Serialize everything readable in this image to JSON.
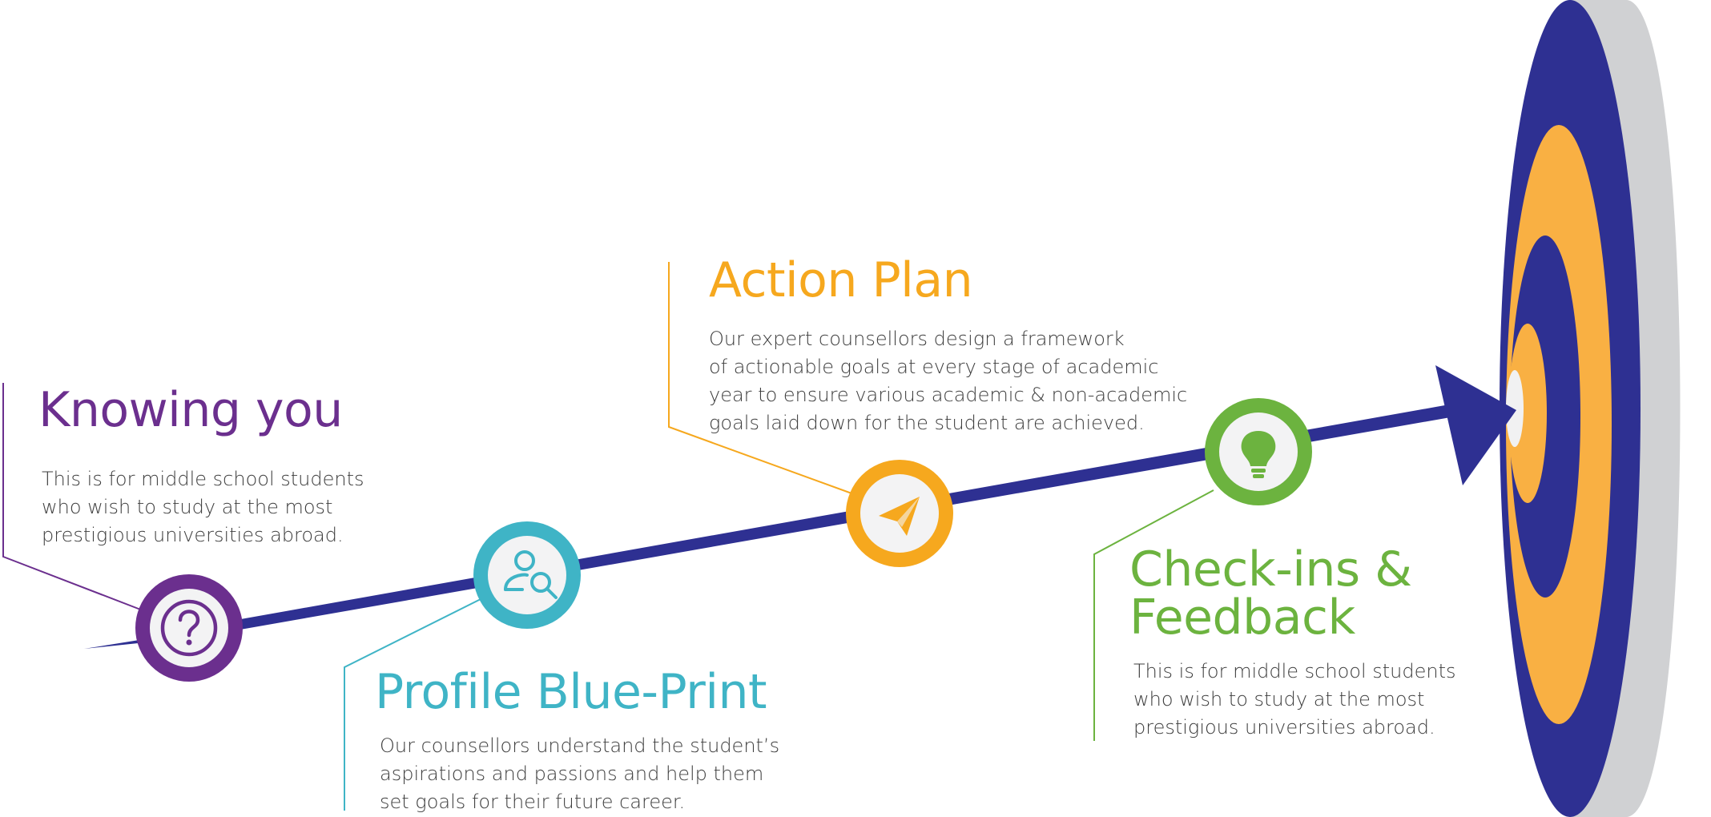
{
  "colors": {
    "navy": "#2e3092",
    "purple": "#6b2f8e",
    "teal": "#3fb4c6",
    "orange": "#f6a81e",
    "green": "#6cb33f",
    "target_orange": "#f9b043",
    "target_shadow": "#d0d1d3"
  },
  "steps": [
    {
      "title": "Knowing you",
      "icon": "question-icon",
      "lines": [
        "This is for middle school students",
        "who wish to study at the most",
        "prestigious universities abroad."
      ]
    },
    {
      "title": "Profile Blue-Print",
      "icon": "person-search-icon",
      "lines": [
        "Our counsellors understand the student’s",
        "aspirations and passions and help them",
        "set goals for their future career."
      ]
    },
    {
      "title": "Action Plan",
      "icon": "paper-plane-icon",
      "lines": [
        "Our expert counsellors design a framework",
        "of actionable goals at every stage of academic",
        "year to ensure various academic & non-academic",
        "goals laid down for the student are achieved."
      ]
    },
    {
      "title_lines": [
        "Check-ins &",
        "Feedback"
      ],
      "icon": "lightbulb-icon",
      "lines": [
        "This is for middle school students",
        "who wish to study at the most",
        "prestigious universities abroad."
      ]
    }
  ]
}
